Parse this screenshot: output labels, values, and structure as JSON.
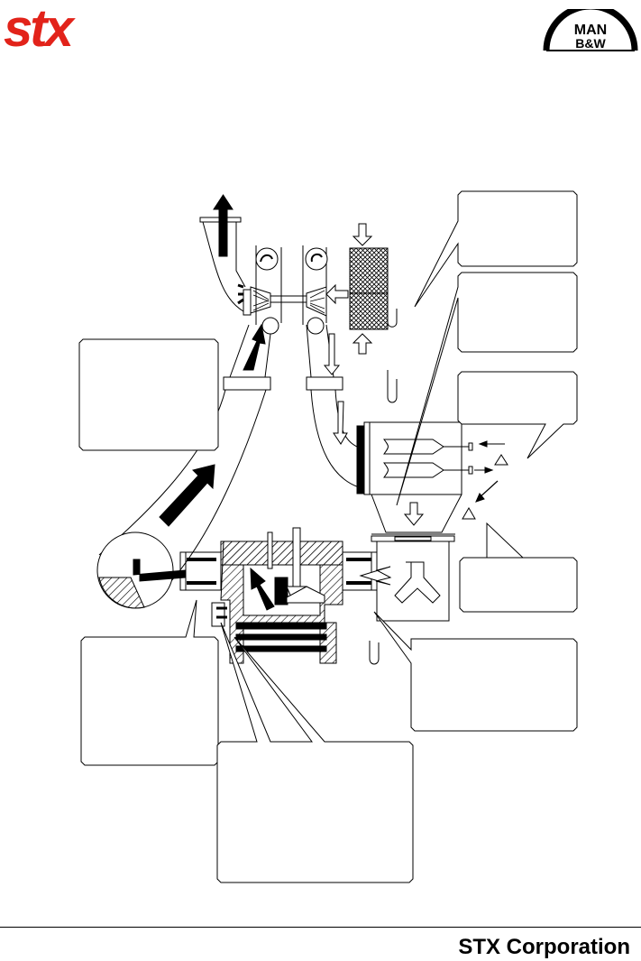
{
  "header": {
    "left_logo": "stx",
    "right_logo_line1": "MAN",
    "right_logo_line2": "B&W",
    "brand_colors": {
      "stx_red": "#e2231a",
      "ink": "#000000"
    }
  },
  "footer": {
    "company": "STX Corporation"
  }
}
